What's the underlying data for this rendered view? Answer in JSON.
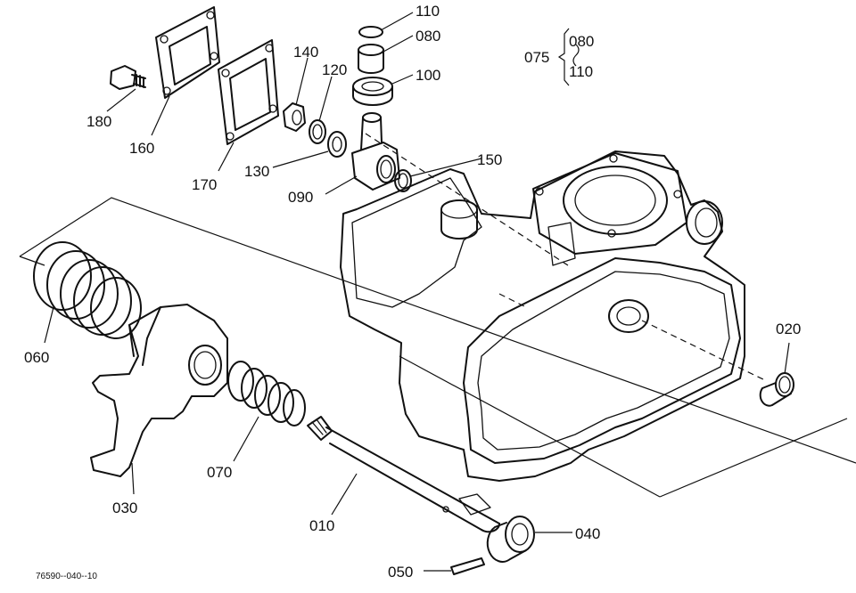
{
  "diagram": {
    "drawing_code": "76590--040--10",
    "group_label": "075",
    "group_members": [
      "080",
      "110"
    ],
    "callouts": [
      {
        "id": "110",
        "text": "110"
      },
      {
        "id": "080",
        "text": "080"
      },
      {
        "id": "100",
        "text": "100"
      },
      {
        "id": "140",
        "text": "140"
      },
      {
        "id": "120",
        "text": "120"
      },
      {
        "id": "180",
        "text": "180"
      },
      {
        "id": "160",
        "text": "160"
      },
      {
        "id": "170",
        "text": "170"
      },
      {
        "id": "130",
        "text": "130"
      },
      {
        "id": "150",
        "text": "150"
      },
      {
        "id": "090",
        "text": "090"
      },
      {
        "id": "020",
        "text": "020"
      },
      {
        "id": "060",
        "text": "060"
      },
      {
        "id": "070",
        "text": "070"
      },
      {
        "id": "030",
        "text": "030"
      },
      {
        "id": "010",
        "text": "010"
      },
      {
        "id": "040",
        "text": "040"
      },
      {
        "id": "050",
        "text": "050"
      }
    ]
  }
}
